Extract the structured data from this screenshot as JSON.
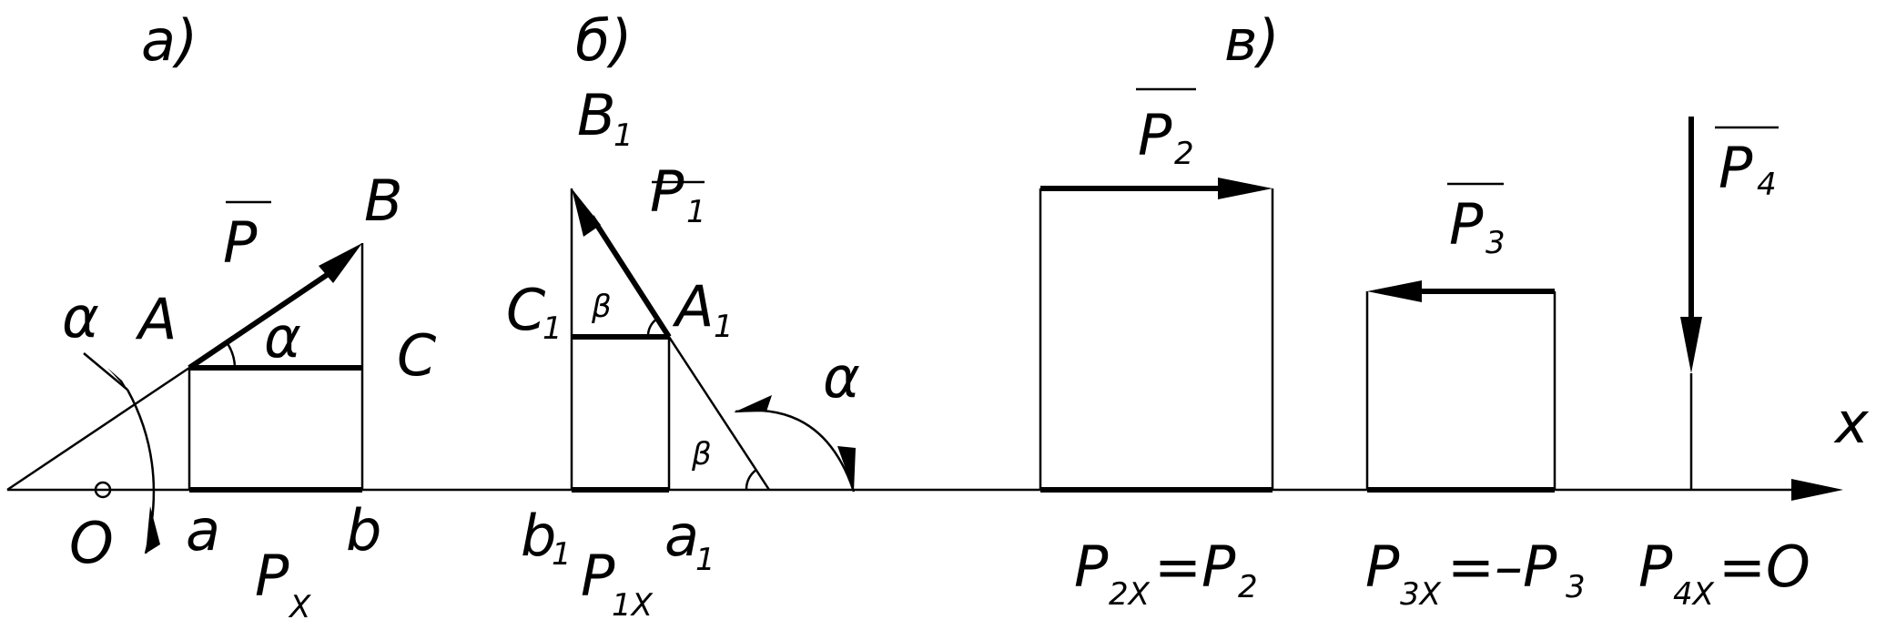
{
  "panels": {
    "a": "а)",
    "b": "б)",
    "c": "в)"
  },
  "axis": {
    "label": "x"
  },
  "panel_a": {
    "alpha_1": "α",
    "alpha_2": "α",
    "A": "A",
    "B": "B",
    "C": "C",
    "P": "P",
    "O": "O",
    "a": "a",
    "b": "b",
    "Px_main": "P",
    "Px_sub": "X"
  },
  "panel_b": {
    "B1_main": "B",
    "B1_sub": "1",
    "C1_main": "C",
    "C1_sub": "1",
    "A1_main": "A",
    "A1_sub": "1",
    "P1_main": "P",
    "P1_sub": "1",
    "beta_1": "β",
    "beta_2": "β",
    "alpha": "α",
    "b1_main": "b",
    "b1_sub": "1",
    "a1_main": "a",
    "a1_sub": "1",
    "P1x_main": "P",
    "P1x_sub": "1X"
  },
  "panel_c": {
    "P2_main": "P",
    "P2_sub": "2",
    "P3_main": "P",
    "P3_sub": "3",
    "P4_main": "P",
    "P4_sub": "4",
    "eq2_a": "P",
    "eq2_a_sub": "2X",
    "eq2_b": "=P",
    "eq2_b_sub": "2",
    "eq3_a": "P",
    "eq3_a_sub": "3X",
    "eq3_b": "=–P",
    "eq3_b_sub": "3",
    "eq4_a": "P",
    "eq4_a_sub": "4X",
    "eq4_b": "=O"
  }
}
